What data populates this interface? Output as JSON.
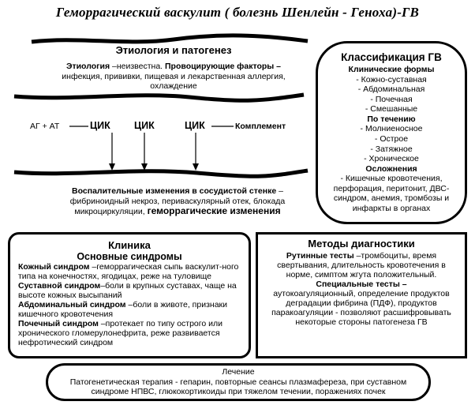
{
  "title": "Геморрагический васкулит ( болезнь Шенлейн - Геноха)-ГВ",
  "etiology": {
    "heading": "Этиология и патогенез",
    "line1_bold": "Этиология",
    "line1_rest": " –неизвестна. ",
    "line1_bold2": "Провоцирующие факторы –",
    "line2": "инфекция, прививки, пищевая и лекарственная аллергия,",
    "line3": "охлаждение"
  },
  "scheme": {
    "ag_at": "АГ + АТ",
    "cik1": "ЦИК",
    "cik2": "ЦИК",
    "cik3": "ЦИК",
    "complement": "Комплемент"
  },
  "vessel": {
    "line1_bold": "Воспалительные изменения в сосудистой стенке",
    "line1_rest": " –",
    "line2": "фибриноидный некроз, периваскулярный отек, блокада",
    "line3_rest": "микроциркуляции, ",
    "line3_bold": "геморрагические изменения"
  },
  "classification": {
    "heading": "Классификация ГВ",
    "clinical_heading": "Клинические формы",
    "clinical_items": [
      "- Кожно-суставная",
      "- Абдоминальная",
      "- Почечная",
      "- Смешанные"
    ],
    "course_heading": "По течению",
    "course_items": [
      "- Молниеносное",
      "- Острое",
      "- Затяжное",
      "- Хроническое"
    ],
    "compl_heading": "Осложнения",
    "compl_lines": [
      "- Кишечные кровотечения,",
      "перфорация, перитонит, ДВС-",
      "синдром, анемия, тромбозы и",
      "инфаркты в органах"
    ]
  },
  "clinic": {
    "heading": "Клиника",
    "subheading": "Основные синдромы",
    "skin_b": "Кожный синдром",
    "skin_t": " –геморрагическая сыпь васкулит-ного типа на конечностях, ягодицах, реже на туловище",
    "joint_b": "Суставной синдром",
    "joint_t": "–боли в крупных суставах, чаще на высоте кожных высыпаний",
    "abd_b": "Абдоминальный синдром",
    "abd_t": " –боли в животе, признаки кишечного кровотечения",
    "renal_b": "Почечный синдром",
    "renal_t": " –протекает по типу острого или хронического гломерулонефрита, реже развивается нефротический синдром"
  },
  "diagnostics": {
    "heading": "Методы диагностики",
    "routine_b": "Рутинные тесты",
    "routine_t": " –тромбоциты, время свертывания, длительность кровотечения в норме, симптом жгута положительный.",
    "special_b": "Специальные тесты –",
    "special_t": "аутокоагуляционный, определение продуктов деградации фибрина (ПДФ), продуктов паракоагуляции - позволяют расшифровывать некоторые стороны патогенеза ГВ"
  },
  "treatment": {
    "heading": "Лечение",
    "line1": "Патогенетическая терапия - гепарин, повторные сеансы плазмафереза, при суставном",
    "line2": "синдроме НПВС, глюкокортикоиды при тяжелом течении, поражениях почек"
  }
}
